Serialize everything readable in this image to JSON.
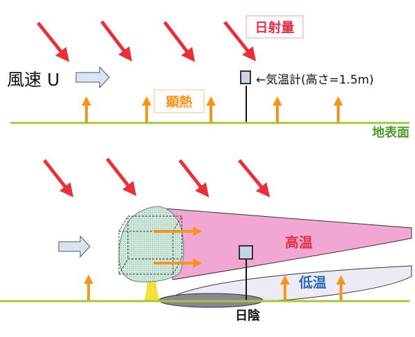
{
  "top": {
    "solar_label": "日射量",
    "sensible_heat_label": "顕熱",
    "wind_label": "風速 U",
    "thermometer_label": "←気温計(高さ=1.5m)",
    "ground_label": "地表面"
  },
  "bottom": {
    "high_temp_label": "高温",
    "low_temp_label": "低温",
    "shade_label": "日陰"
  },
  "colors": {
    "solar": "#e8303a",
    "heat": "#f7941d",
    "ground": "#a6c63a",
    "ground_text": "#4a9a2a",
    "high": "#f2a6d2",
    "low": "#ecebf4",
    "wind": "#d8e4f2",
    "high_text": "#e0304a",
    "low_text": "#2c6cb4"
  }
}
